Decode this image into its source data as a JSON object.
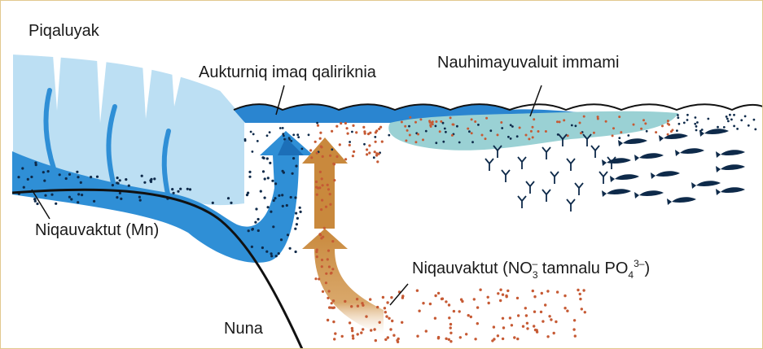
{
  "colors": {
    "glacier": "#bcdff3",
    "glacier_edge": "#ffffff",
    "meltwater": "#2f8fd6",
    "meltwater_dark": "#1c6fb8",
    "surface_layer": "#2a85d0",
    "bloom": "#9ad1d4",
    "upwelling": "#c9893d",
    "nutrient_dot": "#c65a34",
    "iron_dot": "#0e2a4a",
    "fish": "#0e2a4a",
    "land_line": "#111111",
    "frame": "#e2c98f"
  },
  "labels": {
    "land_ice": "Piqaluyak",
    "meltwater_plume": "Aukturniq imaq qaliriknia",
    "phytoplankton": "Nauhimayuvaluit immami",
    "iron_nutrient": "Niqauvaktut (Mn)",
    "bedrock": "Nuna",
    "nutrient_main": "Niqauvaktut (NO",
    "no3_sub": "3",
    "no3_sup": "–",
    "nutrient_mid": " tamnalu PO",
    "po4_sub": "4",
    "po4_sup": "3–",
    "nutrient_end": ")"
  },
  "icons": {
    "zooplankton": "zooplankton-icon",
    "fish": "fish-icon"
  }
}
